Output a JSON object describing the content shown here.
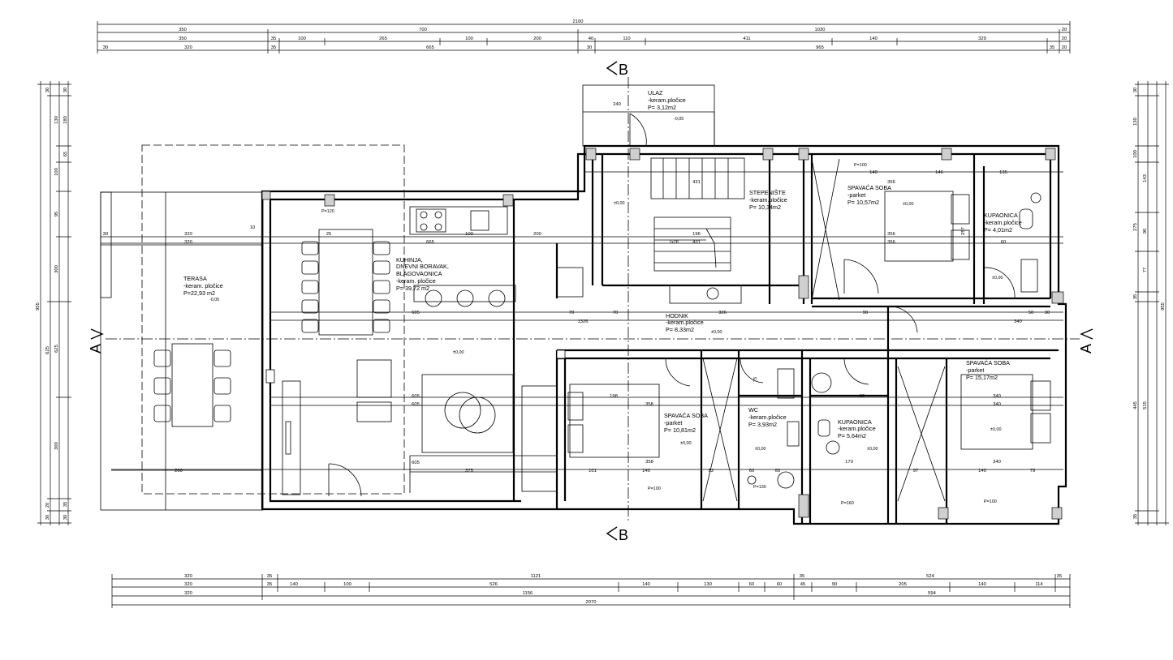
{
  "drawing": {
    "section_markers": {
      "A": "A",
      "B": "B"
    },
    "rooms": [
      {
        "id": "terasa",
        "name": "TERASA",
        "finish": "-keram. pločice",
        "area": "P=22,93 m2",
        "level": "-0,05"
      },
      {
        "id": "kuhinja",
        "name": "KUHINJA,",
        "name2": "DNEVNI BORAVAK,",
        "name3": "BLAGOVAONICA",
        "finish": "-keram. pločice",
        "area": "P= 39,72 m2",
        "level": "±0,00"
      },
      {
        "id": "ulaz",
        "name": "ULAZ",
        "finish": "-keram.pločice",
        "area": "P= 3,12m2",
        "level": "-0,05"
      },
      {
        "id": "stepeniste",
        "name": "STEPENIŠTE",
        "finish": "-keram.pločice",
        "area": "P= 10,34m2",
        "level": "±0,00"
      },
      {
        "id": "hodnik",
        "name": "HODNIK",
        "finish": "-keram.pločice",
        "area": "P= 8,33m2",
        "level": "±0,00"
      },
      {
        "id": "spavaca1",
        "name": "SPAVAĆA SOBA",
        "finish": "-parket",
        "area": "P= 10,57m2",
        "level": "±0,00"
      },
      {
        "id": "kupaonica1",
        "name": "KUPAONICA",
        "finish": "-keram.pločice",
        "area": "P= 4,01m2",
        "level": "±0,00"
      },
      {
        "id": "spavaca2",
        "name": "SPAVAĆA SOBA",
        "finish": "-parket",
        "area": "P= 10,81m2",
        "level": "±0,00"
      },
      {
        "id": "wc",
        "name": "WC",
        "finish": "-keram.pločice",
        "area": "P= 3,93m2",
        "level": "±0,00"
      },
      {
        "id": "kupaonica2",
        "name": "KUPAONICA",
        "finish": "-keram.pločice",
        "area": "P= 5,64m2",
        "level": "±0,00"
      },
      {
        "id": "spavaca3",
        "name": "SPAVAĆA SOBA",
        "finish": "-parket",
        "area": "P= 15,17m2",
        "level": "±0,00"
      }
    ],
    "dims_top": [
      [
        "2100"
      ],
      [
        "350",
        "700",
        "1030",
        "20"
      ],
      [
        "350",
        "35",
        "100",
        "265",
        "100",
        "200",
        "40",
        "110",
        "411",
        "140",
        "329",
        "20"
      ],
      [
        "30",
        "320",
        "35",
        "665",
        "30",
        "965",
        "35",
        "20"
      ]
    ],
    "dims_bottom": [
      [
        "320",
        "35",
        "1121",
        "35",
        "524",
        "35"
      ],
      [
        "320",
        "35",
        "140",
        "100",
        "526",
        "140",
        "130",
        "60",
        "60",
        "45",
        "90",
        "205",
        "140",
        "114"
      ],
      [
        "320",
        "1156",
        "594"
      ],
      [
        "2070"
      ]
    ],
    "dims_left": [
      [
        "955"
      ],
      [
        "30",
        "625",
        "35",
        "955",
        "20",
        "35",
        "30"
      ],
      [
        "130",
        "100",
        "65",
        "95",
        "300",
        "625",
        "300",
        "35"
      ],
      [
        "30",
        "180",
        "65",
        "35",
        "30"
      ]
    ],
    "dims_right": [
      [
        "30",
        "130",
        "100",
        "143",
        "275",
        "90",
        "77",
        "35",
        "445",
        "515",
        "35"
      ],
      [
        "955"
      ]
    ],
    "interior_dims": [
      "320",
      "320",
      "30",
      "665",
      "100",
      "200",
      "605",
      "605",
      "605",
      "605",
      "326",
      "70",
      "1326",
      "70",
      "356",
      "356",
      "140",
      "146",
      "135",
      "356",
      "240",
      "257",
      "340",
      "340",
      "340",
      "340",
      "198",
      "358",
      "358",
      "101",
      "140",
      "52",
      "60",
      "75",
      "60",
      "170",
      "97",
      "140",
      "79",
      "25",
      "10",
      "196",
      "431",
      "431",
      "7x28",
      "80",
      "90",
      "50",
      "30",
      "60",
      "260",
      "375"
    ],
    "tags": [
      "P=120",
      "P=100",
      "P=100",
      "P=100",
      "P=160",
      "P=130"
    ]
  }
}
